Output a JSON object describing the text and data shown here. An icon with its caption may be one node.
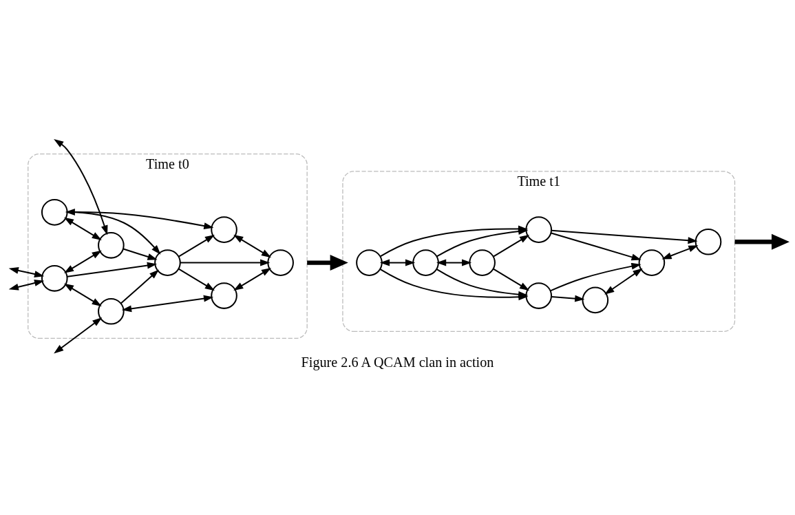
{
  "diagram": {
    "caption": "Figure 2.6 A QCAM clan in action",
    "nodes": [
      {
        "text": [
          "Time t0"
        ]
      },
      {
        "text": [],
        "shape": "circle",
        "in": 0
      },
      {
        "text": [],
        "shape": "circle",
        "in": 0
      },
      {
        "text": [],
        "shape": "circle",
        "in": 0
      },
      {
        "text": [],
        "shape": "circle",
        "in": 0
      },
      {
        "text": [],
        "shape": "circle",
        "in": 0
      },
      {
        "text": [],
        "shape": "circle",
        "in": 0
      },
      {
        "text": [],
        "shape": "circle",
        "in": 0
      },
      {
        "text": [],
        "shape": "circle",
        "in": 0
      },
      {
        "text": [
          "Time t1"
        ]
      },
      {
        "text": [],
        "shape": "circle",
        "in": 9
      },
      {
        "text": [],
        "shape": "circle",
        "in": 9
      },
      {
        "text": [],
        "shape": "circle",
        "in": 9
      },
      {
        "text": [],
        "shape": "circle",
        "in": 9
      },
      {
        "text": [],
        "shape": "circle",
        "in": 9
      },
      {
        "text": [],
        "shape": "circle",
        "in": 9
      },
      {
        "text": [],
        "shape": "circle",
        "in": 9
      },
      {
        "text": [],
        "shape": "circle",
        "in": 9
      }
    ],
    "edges": [
      {
        "from": 1,
        "to": 2,
        "arrow": "both"
      },
      {
        "from": 1,
        "to": 3,
        "arrow": "both"
      },
      {
        "from": 1,
        "to": 4,
        "arrow": "to"
      },
      {
        "from": null,
        "to": 2,
        "arrow": "both"
      },
      {
        "from": 2,
        "to": 4,
        "arrow": "to"
      },
      {
        "from": 5,
        "to": 2,
        "arrow": "both"
      },
      {
        "from": null,
        "to": 5,
        "arrow": "both"
      },
      {
        "from": 5,
        "to": 4,
        "arrow": "to"
      },
      {
        "from": 4,
        "to": 3,
        "arrow": "to"
      },
      {
        "from": null,
        "to": 5,
        "arrow": "both"
      },
      {
        "from": 5,
        "to": 6,
        "arrow": "both"
      },
      {
        "from": 6,
        "to": 4,
        "arrow": "to"
      },
      {
        "from": 4,
        "to": 7,
        "arrow": "to"
      },
      {
        "from": 4,
        "to": 8,
        "arrow": "to"
      },
      {
        "from": 3,
        "to": 7,
        "arrow": "both"
      },
      {
        "from": null,
        "to": 6,
        "arrow": "both"
      },
      {
        "from": 6,
        "to": 8,
        "arrow": "both"
      },
      {
        "from": 8,
        "to": 7,
        "arrow": "both"
      },
      {
        "from": 0,
        "to": 9,
        "arrow": "to",
        "style": "thick"
      },
      {
        "from": 11,
        "to": 12,
        "arrow": "to"
      },
      {
        "from": 11,
        "to": 15,
        "arrow": "to"
      },
      {
        "from": 11,
        "to": 14,
        "arrow": "both"
      },
      {
        "from": 14,
        "to": 12,
        "arrow": "to"
      },
      {
        "from": 14,
        "to": 15,
        "arrow": "to"
      },
      {
        "from": 14,
        "to": 16,
        "arrow": "both"
      },
      {
        "from": 16,
        "to": 12,
        "arrow": "to"
      },
      {
        "from": 16,
        "to": 15,
        "arrow": "to"
      },
      {
        "from": 12,
        "to": 10,
        "arrow": "to"
      },
      {
        "from": 12,
        "to": 13,
        "arrow": "to"
      },
      {
        "from": 10,
        "to": 13,
        "arrow": "both"
      },
      {
        "from": 15,
        "to": 13,
        "arrow": "to"
      },
      {
        "from": 15,
        "to": 17,
        "arrow": "to"
      },
      {
        "from": 13,
        "to": 17,
        "arrow": "both"
      },
      {
        "from": 9,
        "to": null,
        "arrow": "to",
        "style": "thick"
      }
    ]
  }
}
